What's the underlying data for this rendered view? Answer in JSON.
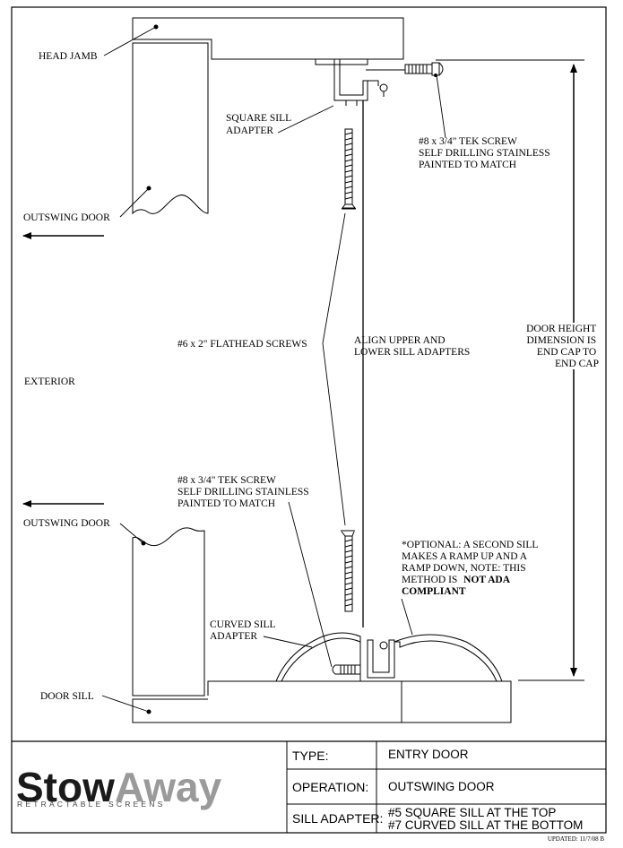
{
  "labels": {
    "head_jamb": "HEAD JAMB",
    "square_sill_adapter": [
      "SQUARE SILL",
      "ADAPTER"
    ],
    "tek_screw_top": [
      "#8 x 3/4\" TEK SCREW",
      "SELF DRILLING STAINLESS",
      "PAINTED TO MATCH"
    ],
    "outswing_door_top": "OUTSWING DOOR",
    "flathead_screws": "#6 x 2\" FLATHEAD SCREWS",
    "align_adapters": [
      "ALIGN UPPER AND",
      "LOWER SILL ADAPTERS"
    ],
    "door_height": [
      "DOOR HEIGHT",
      "DIMENSION IS",
      "END CAP TO",
      "END CAP"
    ],
    "exterior": "EXTERIOR",
    "tek_screw_bottom": [
      "#8 x 3/4\" TEK SCREW",
      "SELF DRILLING STAINLESS",
      "PAINTED TO MATCH"
    ],
    "outswing_door_bottom": "OUTSWING DOOR",
    "optional_note": [
      "*OPTIONAL: A SECOND SILL",
      "MAKES A RAMP UP AND A",
      "RAMP DOWN, NOTE: THIS"
    ],
    "optional_note_method": "METHOD IS",
    "optional_note_bold": [
      "NOT ADA",
      "COMPLIANT"
    ],
    "curved_sill_adapter": [
      "CURVED SILL",
      "ADAPTER"
    ],
    "door_sill": "DOOR SILL"
  },
  "title_block": {
    "logo_part1": "Stow",
    "logo_part2": "Away",
    "logo_tagline": "RETRACTABLE SCREENS",
    "rows": [
      {
        "label": "TYPE:",
        "value": [
          "ENTRY DOOR"
        ]
      },
      {
        "label": "OPERATION:",
        "value": [
          "OUTSWING DOOR"
        ]
      },
      {
        "label": "SILL ADAPTER:",
        "value": [
          "#5 SQUARE SILL AT THE TOP",
          "#7 CURVED SILL AT THE BOTTOM"
        ]
      }
    ],
    "updated": "UPDATED: 11/7/08 B"
  },
  "colors": {
    "line": "#000000",
    "logo_dark": "#1a1a1a",
    "logo_light": "#9a9a9a"
  }
}
